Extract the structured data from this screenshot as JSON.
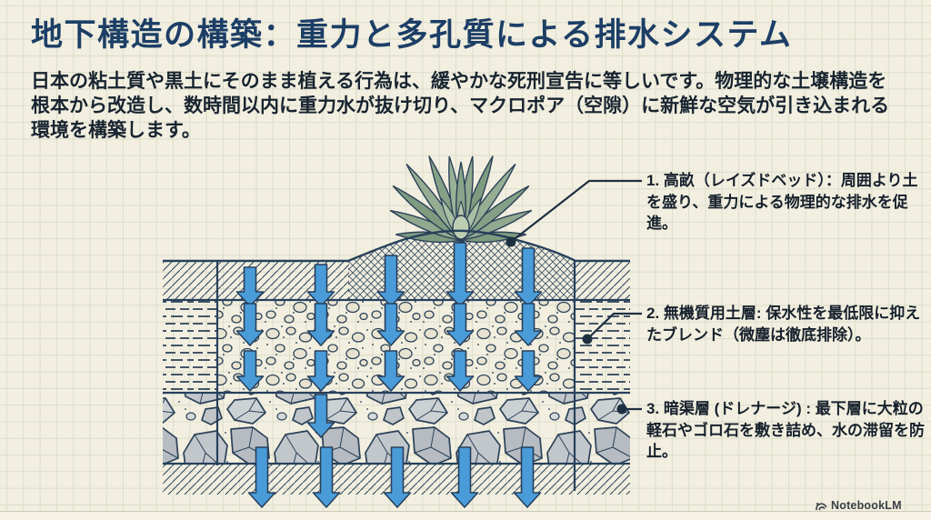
{
  "title": "地下構造の構築：重力と多孔質による排水システム",
  "intro": "日本の粘土質や黒土にそのまま植える行為は、緩やかな死刑宣告に等しいです。物理的な土壌構造を根本から改造し、数時間以内に重力水が抜け切り、マクロポア（空隙）に新鮮な空気が引き込まれる環境を構築します。",
  "annotations": [
    {
      "id": 1,
      "text": "1. 高畝（レイズドベッド）：周囲より土を盛り、重力による物理的な排水を促進。"
    },
    {
      "id": 2,
      "text": "2. 無機質用土層: 保水性を最低限に抑えたブレンド（微塵は徹底排除）。"
    },
    {
      "id": 3,
      "text": "3. 暗渠層 (ドレナージ) : 最下層に大粒の軽石やゴロ石を敷き詰め、水の滞留を防止。"
    }
  ],
  "branding": {
    "logo": "NotebookLM"
  },
  "colors": {
    "background": "#f2efe0",
    "grid": "#dcddca",
    "title": "#1c3e66",
    "body_text": "#182430",
    "outline_navy": "#2b4158",
    "arrow_fill": "#4a9cd9",
    "pebble_fill": "#e9e5d3",
    "rock_fill": "#c2c7cb",
    "leaf_green": "#8fa98f"
  }
}
